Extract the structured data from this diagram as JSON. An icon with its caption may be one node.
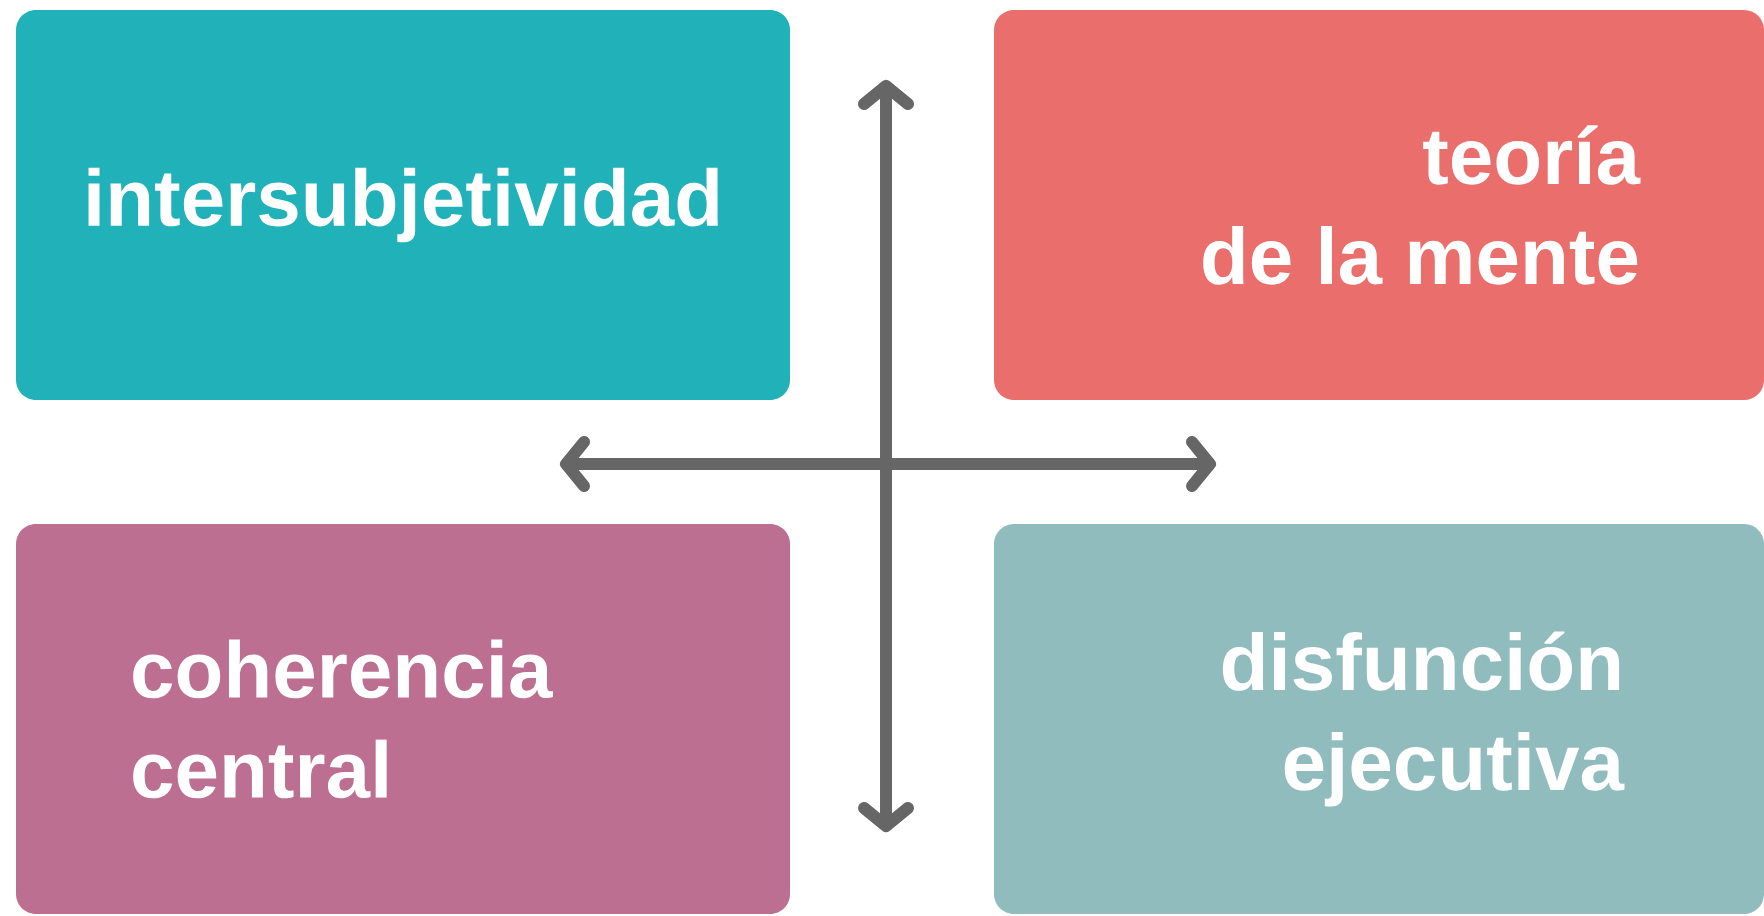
{
  "diagram": {
    "nodes": [
      {
        "text": [
          "intersubjetividad"
        ]
      },
      {
        "text": [
          "teoría de la mente"
        ]
      },
      {
        "text": [
          "coherencia central"
        ]
      },
      {
        "text": [
          "disfunción ejecutiva"
        ]
      }
    ]
  }
}
